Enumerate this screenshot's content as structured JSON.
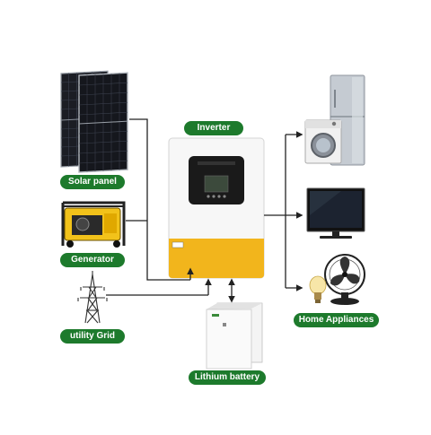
{
  "labels": {
    "inverter": "Inverter",
    "solar_panel": "Solar panel",
    "generator": "Generator",
    "utility_grid": "utility Grid",
    "lithium_battery": "Lithium battery",
    "home_appliances": "Home Appliances"
  },
  "colors": {
    "label_bg": "#1d7a2c",
    "label_text": "#ffffff",
    "inverter_body": "#f7f7f7",
    "inverter_band": "#f2b51c",
    "line": "#222222"
  },
  "icons": [
    "solar-panel-icon",
    "generator-icon",
    "utility-grid-tower-icon",
    "inverter-icon",
    "lithium-battery-icon",
    "refrigerator-icon",
    "washing-machine-icon",
    "television-icon",
    "fan-icon",
    "light-bulb-icon"
  ]
}
